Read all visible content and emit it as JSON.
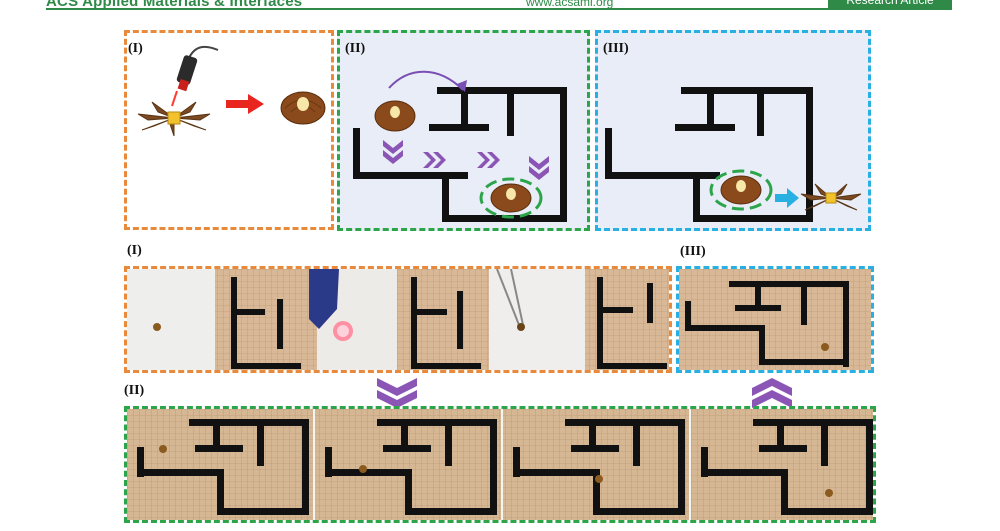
{
  "header": {
    "journal": "ACS Applied Materials & Interfaces",
    "url": "www.acsami.org",
    "article_type": "Research Article"
  },
  "panels": {
    "top_i": "(I)",
    "top_ii": "(II)",
    "top_iii": "(III)",
    "photo_i": "(I)",
    "photo_iii": "(III)",
    "photo_ii": "(II)"
  },
  "colors": {
    "header_green": "#2f8a47",
    "orange": "#e8893c",
    "green": "#2ca54a",
    "blue": "#29b0e3",
    "purple_arrow": "#8a55b5",
    "red_arrow": "#e8251f"
  }
}
